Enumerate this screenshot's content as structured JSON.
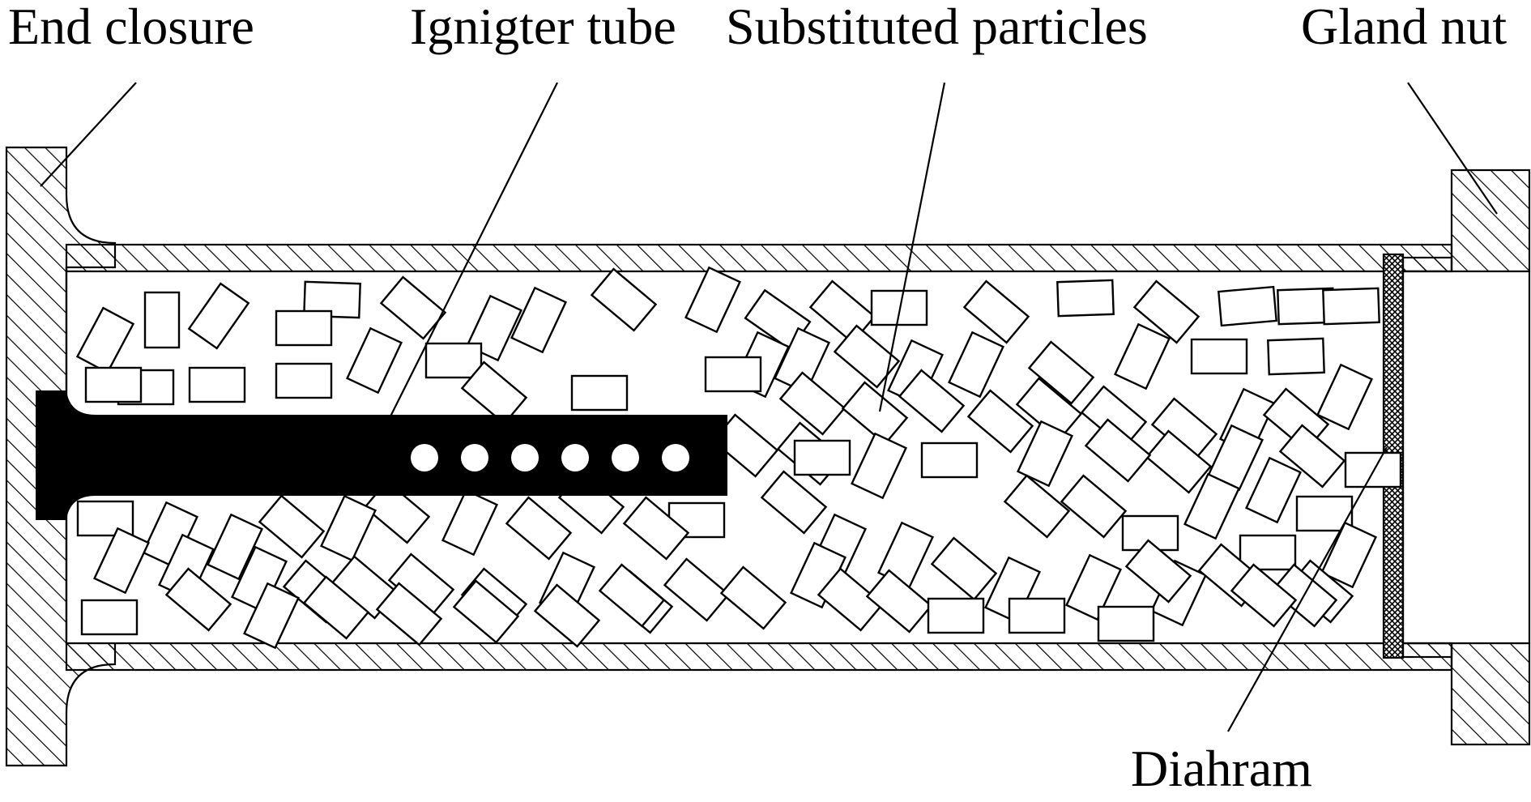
{
  "labels": {
    "end_closure": "End closure",
    "igniter_tube": "Ignigter tube",
    "substituted_particles": "Substituted particles",
    "gland_nut": "Gland nut",
    "diaphragm": "Diahram"
  },
  "colors": {
    "line": "#000000",
    "background": "#ffffff",
    "igniter_fill": "#000000"
  }
}
